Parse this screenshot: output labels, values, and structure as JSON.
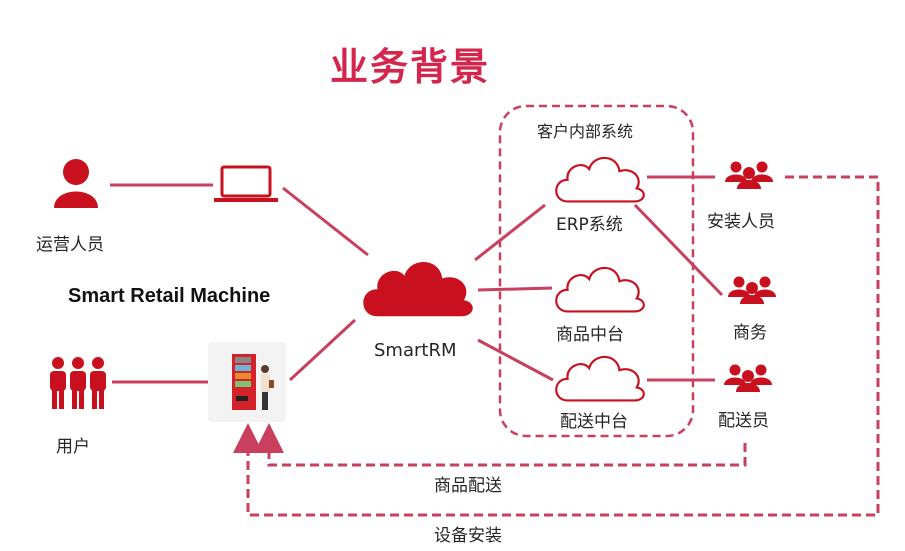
{
  "title": "业务背景",
  "colors": {
    "accent": "#c8101e",
    "title": "#d4264c",
    "connector": "#c8405e"
  },
  "left": {
    "operator": {
      "label": "运营人员",
      "icon": "person-icon"
    },
    "laptop": {
      "icon": "laptop-icon"
    },
    "machine_label": "Smart Retail Machine",
    "users": {
      "label": "用户",
      "icon": "group-people-icon"
    },
    "vending_machine": {
      "icon": "vending-machine-icon"
    }
  },
  "center": {
    "label": "SmartRM",
    "icon": "cloud-filled-icon"
  },
  "customer_systems": {
    "title": "客户内部系统",
    "items": [
      {
        "label": "ERP系统",
        "icon": "cloud-outline-icon"
      },
      {
        "label": "商品中台",
        "icon": "cloud-outline-icon"
      },
      {
        "label": "配送中台",
        "icon": "cloud-outline-icon"
      }
    ]
  },
  "roles": [
    {
      "label": "安装人员",
      "icon": "team-icon"
    },
    {
      "label": "商务",
      "icon": "team-icon"
    },
    {
      "label": "配送员",
      "icon": "team-icon"
    }
  ],
  "flows": [
    {
      "label": "商品配送"
    },
    {
      "label": "设备安装"
    }
  ]
}
